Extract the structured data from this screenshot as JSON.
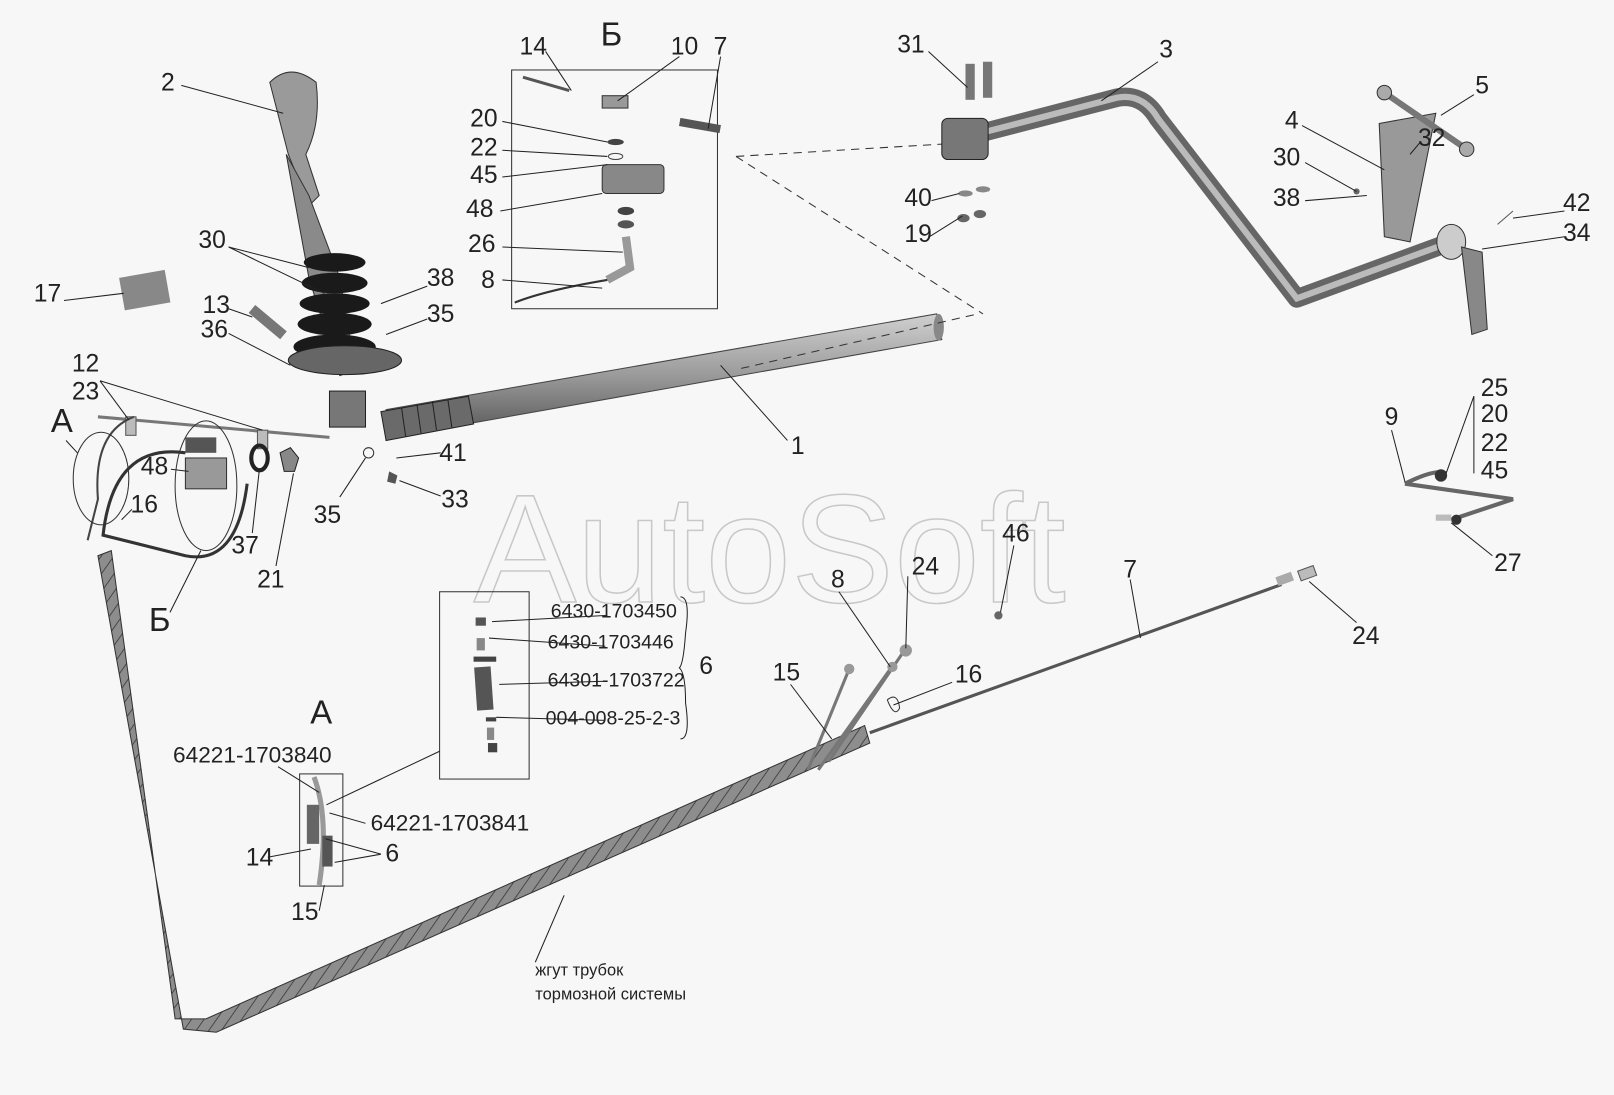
{
  "watermark": "AutoSoft",
  "callouts": {
    "top_b": "Б",
    "left_b": "Б",
    "left_a": "А",
    "view_a": "А",
    "n2": "2",
    "n14a": "14",
    "n10": "10",
    "n7a": "7",
    "n20a": "20",
    "n22a": "22",
    "n45a": "45",
    "n48a": "48",
    "n26": "26",
    "n8a": "8",
    "n31": "31",
    "n3": "3",
    "n5": "5",
    "n4": "4",
    "n32": "32",
    "n30a": "30",
    "n38a": "38",
    "n40": "40",
    "n19": "19",
    "n42": "42",
    "n34": "34",
    "n30b": "30",
    "n38b": "38",
    "n35a": "35",
    "n17": "17",
    "n13": "13",
    "n36": "36",
    "n12": "12",
    "n23": "23",
    "n48b": "48",
    "n16a": "16",
    "n37": "37",
    "n21": "21",
    "n35b": "35",
    "n41": "41",
    "n33": "33",
    "n1": "1",
    "n25": "25",
    "n20b": "20",
    "n22b": "22",
    "n45b": "45",
    "n9": "9",
    "n27": "27",
    "n46": "46",
    "n24a": "24",
    "n8b": "8",
    "n7b": "7",
    "n24b": "24",
    "n16b": "16",
    "n15a": "15",
    "n6a": "6",
    "n14b": "14",
    "n6b": "6",
    "n15b": "15"
  },
  "part_numbers": {
    "p1": "6430-1703450",
    "p2": "6430-1703446",
    "p3": "64301-1703722",
    "p4": "004-008-25-2-3",
    "p5": "64221-1703840",
    "p6": "64221-1703841"
  },
  "caption": {
    "line1": "жгут трубок",
    "line2": "тормозной системы"
  },
  "colors": {
    "background": "#f7f7f7",
    "part": "#8a8a8a",
    "dark": "#2a2a2a"
  }
}
